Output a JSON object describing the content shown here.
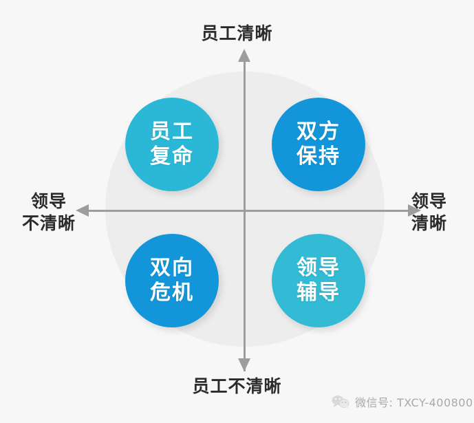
{
  "diagram": {
    "type": "2x2-quadrant-matrix",
    "background_color": "#f7f7f7",
    "backdrop_circle_color": "#ededed",
    "axis_color": "#9d9d9d",
    "axes": {
      "top_label": "员工清晰",
      "bottom_label": "员工不清晰",
      "left_label": "领导\n不清晰",
      "right_label": "领导\n清晰"
    },
    "quadrants": [
      {
        "id": "top-left",
        "label": "员工\n复命",
        "plain_label": "员工复命",
        "color": "#2bb8d6",
        "meaning": "员工清晰 / 领导不清晰"
      },
      {
        "id": "top-right",
        "label": "双方\n保持",
        "plain_label": "双方保持",
        "color": "#1296d9",
        "meaning": "员工清晰 / 领导清晰"
      },
      {
        "id": "bottom-left",
        "label": "双向\n危机",
        "plain_label": "双向危机",
        "color": "#1296d9",
        "meaning": "员工不清晰 / 领导不清晰"
      },
      {
        "id": "bottom-right",
        "label": "领导\n辅导",
        "plain_label": "领导辅导",
        "color": "#33bbd5",
        "meaning": "员工不清晰 / 领导清晰"
      }
    ]
  },
  "watermark": {
    "icon": "wechat-icon",
    "text": "微信号: TXCY-400800",
    "color": "#a9a9a9"
  }
}
